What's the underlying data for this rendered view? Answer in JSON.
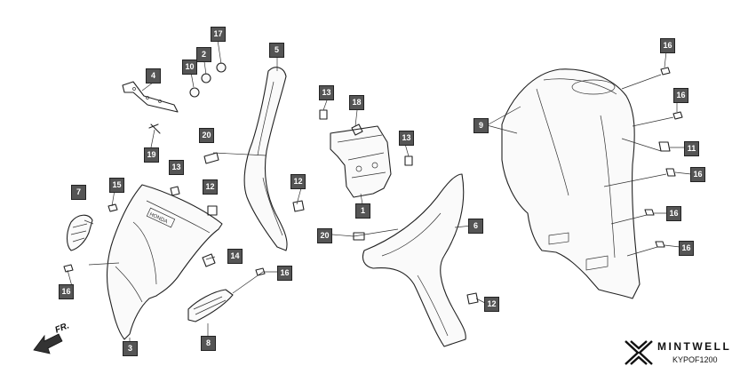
{
  "diagram": {
    "brand_name": "MINTWELL",
    "diagram_code": "KYPOF1200",
    "front_label": "FR.",
    "panel_text": "HONDA"
  },
  "callouts": [
    {
      "id": "c1",
      "label": "17"
    },
    {
      "id": "c2",
      "label": "2"
    },
    {
      "id": "c3",
      "label": "10"
    },
    {
      "id": "c4",
      "label": "4"
    },
    {
      "id": "c5",
      "label": "19"
    },
    {
      "id": "c6",
      "label": "20"
    },
    {
      "id": "c7",
      "label": "13"
    },
    {
      "id": "c8",
      "label": "12"
    },
    {
      "id": "c9",
      "label": "14"
    },
    {
      "id": "c10",
      "label": "16"
    },
    {
      "id": "c11",
      "label": "8"
    },
    {
      "id": "c12",
      "label": "3"
    },
    {
      "id": "c13",
      "label": "7"
    },
    {
      "id": "c14",
      "label": "15"
    },
    {
      "id": "c15",
      "label": "16"
    },
    {
      "id": "c16",
      "label": "5"
    },
    {
      "id": "c17",
      "label": "12"
    },
    {
      "id": "c18",
      "label": "13"
    },
    {
      "id": "c19",
      "label": "18"
    },
    {
      "id": "c20",
      "label": "13"
    },
    {
      "id": "c21",
      "label": "1"
    },
    {
      "id": "c22",
      "label": "20"
    },
    {
      "id": "c23",
      "label": "6"
    },
    {
      "id": "c24",
      "label": "12"
    },
    {
      "id": "c25",
      "label": "9"
    },
    {
      "id": "c26",
      "label": "16"
    },
    {
      "id": "c27",
      "label": "16"
    },
    {
      "id": "c28",
      "label": "11"
    },
    {
      "id": "c29",
      "label": "16"
    },
    {
      "id": "c30",
      "label": "16"
    },
    {
      "id": "c31",
      "label": "16"
    }
  ]
}
